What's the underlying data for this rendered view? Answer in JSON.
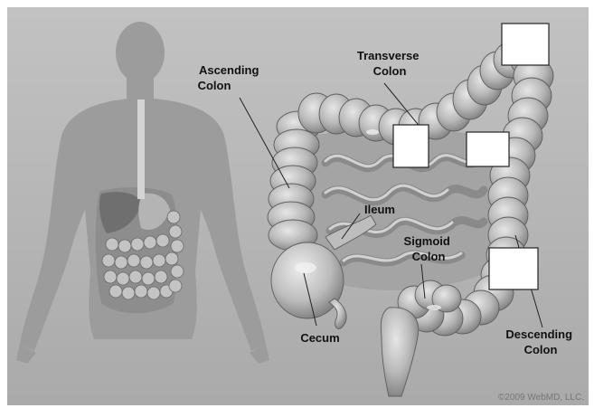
{
  "labels": {
    "ascending_colon": [
      "Ascending",
      "Colon"
    ],
    "transverse_colon": [
      "Transverse",
      "Colon"
    ],
    "ileum": "Ileum",
    "sigmoid_colon": [
      "Sigmoid",
      "Colon"
    ],
    "cecum": "Cecum",
    "descending_colon": [
      "Descending",
      "Colon"
    ]
  },
  "copyright": "©2009 WebMD, LLC.",
  "colors": {
    "background": "#b5b5b5",
    "frame": "#ffffff",
    "colon": "#a9a9a9",
    "body_silhouette": "#989898"
  }
}
